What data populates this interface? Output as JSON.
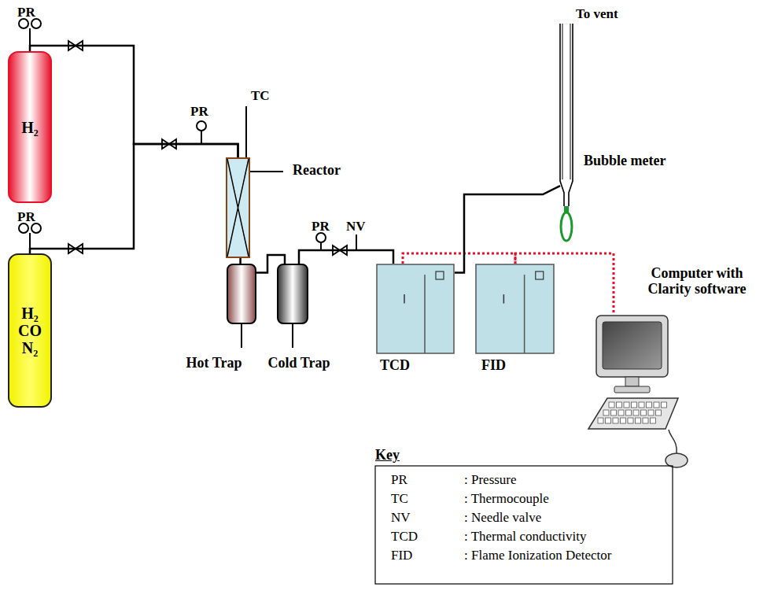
{
  "diagram": {
    "nodes": [
      {
        "text": [
          "H₂"
        ]
      },
      {
        "text": [
          "H₂ CO N₂"
        ]
      },
      {
        "text": [
          "Reactor"
        ]
      },
      {
        "text": [
          "Hot Trap"
        ]
      },
      {
        "text": [
          "Cold Trap"
        ]
      },
      {
        "text": [
          "TCD"
        ]
      },
      {
        "text": [
          "FID"
        ]
      },
      {
        "text": [
          "Bubble meter"
        ]
      },
      {
        "text": [
          "Computer with Clarity software"
        ]
      }
    ],
    "edges": [
      {
        "from": 0,
        "to": 2,
        "arrow": "none"
      },
      {
        "from": 1,
        "to": 2,
        "arrow": "none"
      },
      {
        "from": 2,
        "to": 3,
        "arrow": "none"
      },
      {
        "from": 3,
        "to": 4,
        "arrow": "none"
      },
      {
        "from": 4,
        "to": 5,
        "arrow": "none"
      },
      {
        "from": 5,
        "to": 6,
        "arrow": "none"
      },
      {
        "from": 6,
        "to": 8,
        "arrow": "none"
      },
      {
        "from": 5,
        "to": 7,
        "arrow": "none"
      }
    ],
    "labels": [
      "PR",
      "PR",
      "PR",
      "TC",
      "PR",
      "NV",
      "To vent",
      "Key",
      "PR",
      ": Pressure",
      "TC",
      ": Thermocouple",
      "NV",
      ": Needle valve",
      "TCD",
      ": Thermal conductivity",
      "FID",
      ": Flame Ionization Detector"
    ]
  }
}
